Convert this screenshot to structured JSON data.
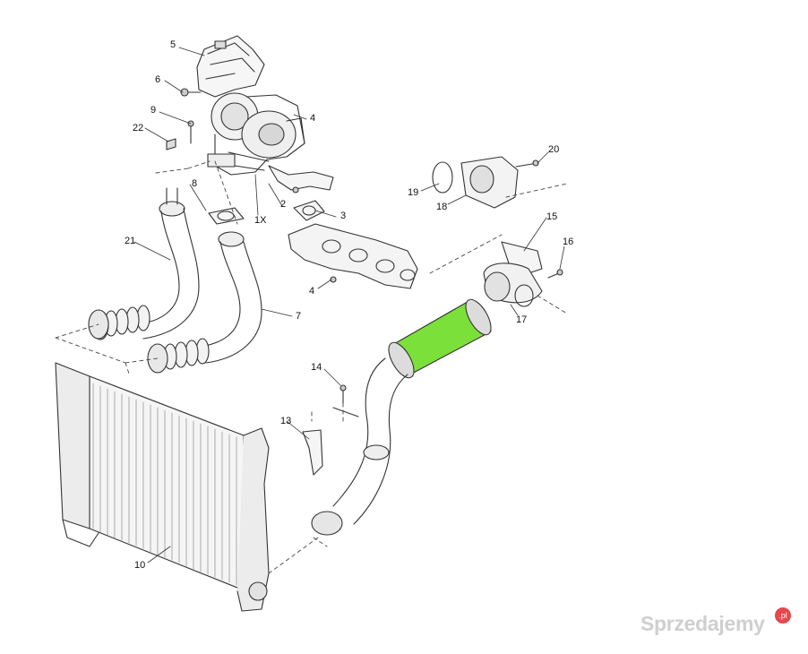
{
  "diagram": {
    "labels": [
      "5",
      "6",
      "9",
      "22",
      "4",
      "8",
      "21",
      "7",
      "2",
      "1X",
      "3",
      "4",
      "20",
      "19",
      "18",
      "15",
      "16",
      "17",
      "14",
      "13",
      "10"
    ],
    "highlight_color": "#7CE03A",
    "line_color": "#333333"
  },
  "watermark": {
    "text": "Sprzedajemy",
    "badge": ".pl"
  }
}
